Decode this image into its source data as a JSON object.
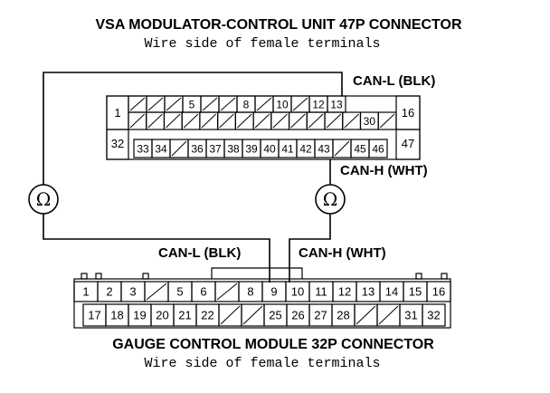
{
  "top_connector": {
    "title": "VSA MODULATOR-CONTROL UNIT 47P CONNECTOR",
    "subtitle": "Wire side of female terminals",
    "side_pins": [
      "1",
      "32",
      "16",
      "47"
    ],
    "row1": [
      "",
      "",
      "",
      "5",
      "",
      "",
      "8",
      "",
      "10",
      "",
      "12",
      "13"
    ],
    "row2": [
      "",
      "",
      "",
      "",
      "",
      "",
      "",
      "",
      "",
      "",
      "",
      "",
      "",
      "30",
      ""
    ],
    "row3": [
      "33",
      "34",
      "",
      "36",
      "37",
      "38",
      "39",
      "40",
      "41",
      "42",
      "43",
      "",
      "45",
      "46"
    ],
    "label_can_l": "CAN-L (BLK)",
    "label_can_h": "CAN-H (WHT)"
  },
  "meters": {
    "left_symbol": "Ω",
    "right_symbol": "Ω"
  },
  "bottom_connector": {
    "title": "GAUGE CONTROL MODULE 32P CONNECTOR",
    "subtitle": "Wire side of female terminals",
    "row1": [
      "1",
      "2",
      "3",
      "",
      "5",
      "6",
      "",
      "8",
      "9",
      "10",
      "11",
      "12",
      "13",
      "14",
      "15",
      "16"
    ],
    "row2": [
      "17",
      "18",
      "19",
      "20",
      "21",
      "22",
      "",
      "",
      "25",
      "26",
      "27",
      "28",
      "",
      "",
      "31",
      "32"
    ],
    "label_can_l": "CAN-L (BLK)",
    "label_can_h": "CAN-H (WHT)"
  }
}
